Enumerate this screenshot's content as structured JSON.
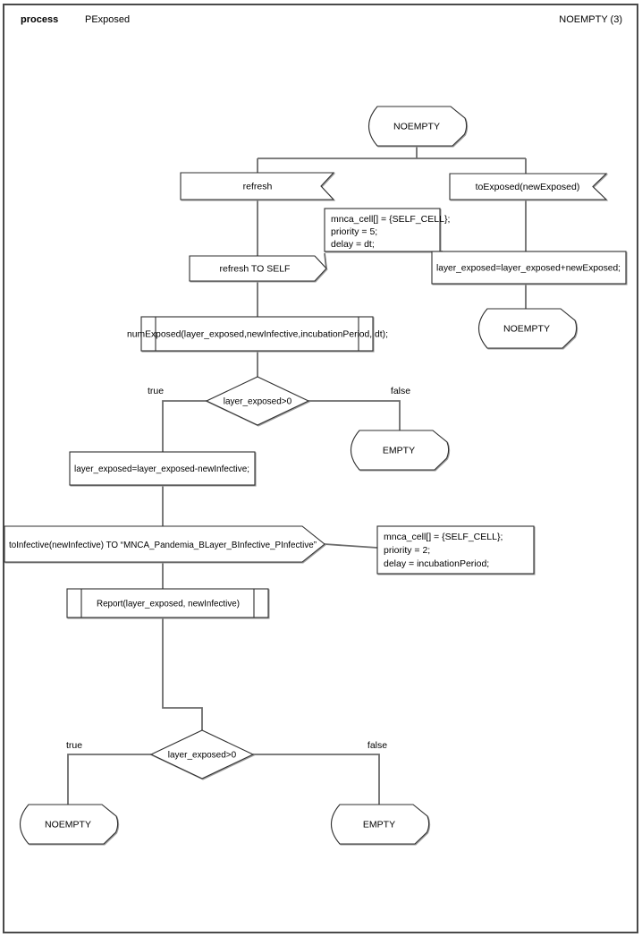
{
  "header": {
    "kind": "process",
    "title": "PExposed",
    "ref": "NOEMPTY (3)"
  },
  "states": {
    "top": "NOEMPTY",
    "after_exposed": "NOEMPTY",
    "empty_mid": "EMPTY",
    "bottom_true": "NOEMPTY",
    "bottom_false": "EMPTY"
  },
  "inputs": {
    "refresh": "refresh",
    "to_exposed": "toExposed(newExposed)"
  },
  "outputs": {
    "refresh_to_self": "refresh TO SELF",
    "to_infective": "toInfective(newInfective) TO “MNCA_Pandemia_BLayer_BInfective_PInfective”"
  },
  "notes": {
    "n1": [
      "mnca_cell[] = {SELF_CELL};",
      "priority = 5;",
      "delay = dt;"
    ],
    "n2": [
      "mnca_cell[] = {SELF_CELL};",
      "priority = 2;",
      "delay = incubationPeriod;"
    ]
  },
  "actions": {
    "add": "layer_exposed=layer_exposed+newExposed;",
    "num_exposed": "numExposed(layer_exposed,newInfective,incubationPeriod, dt);",
    "subtract": "layer_exposed=layer_exposed-newInfective;",
    "report": "Report(layer_exposed, newInfective)"
  },
  "decisions": {
    "d1": "layer_exposed>0",
    "d2": "layer_exposed>0"
  },
  "labels": {
    "true1": "true",
    "false1": "false",
    "true2": "true",
    "false2": "false"
  },
  "colors": {
    "shape_stroke": "#2f2f2f",
    "connector": "#6b6b6b",
    "shadow": "#9e9e9e",
    "background": "#ffffff",
    "text": "#000000"
  }
}
